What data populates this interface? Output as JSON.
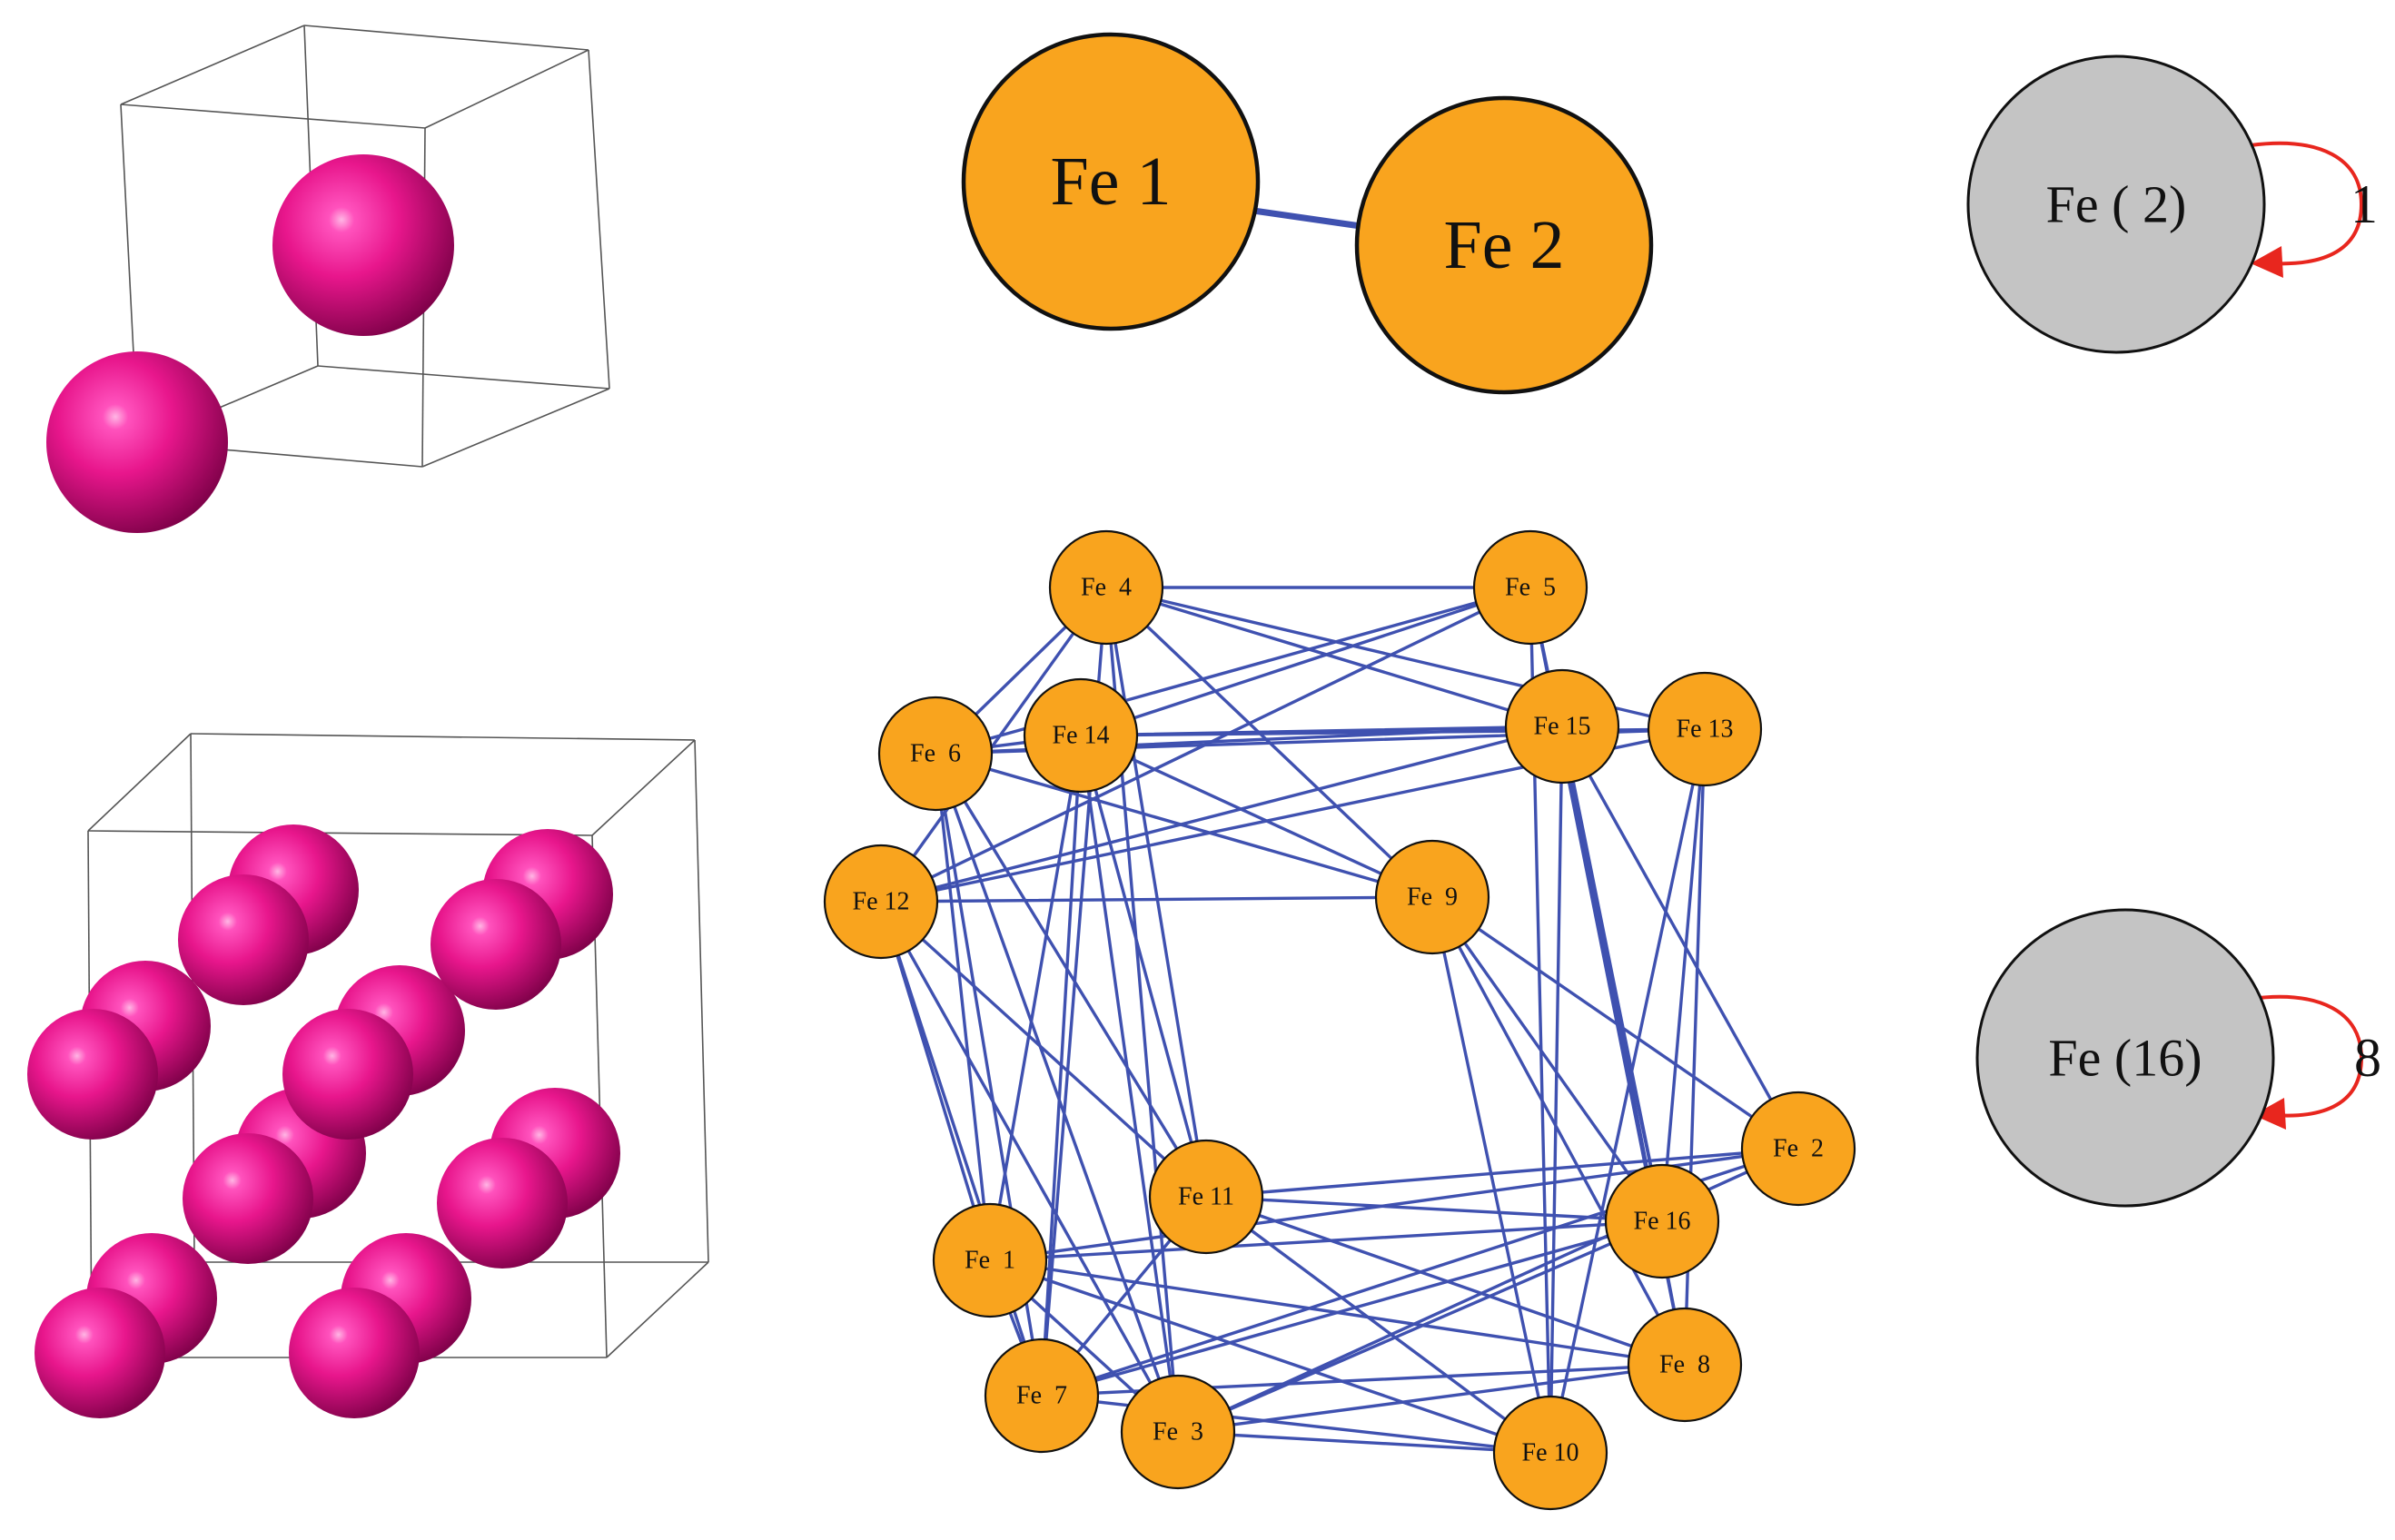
{
  "colors": {
    "atom": "#e8168c",
    "node_fill": "#f9a41e",
    "edge": "#3f51b0",
    "quotient_fill": "#c4c4c4",
    "loop": "#e8261e"
  },
  "top_graph": {
    "nodes": [
      {
        "id": "fe1",
        "label": "Fe 1"
      },
      {
        "id": "fe2",
        "label": "Fe 2"
      }
    ]
  },
  "top_quotient": {
    "node_label": "Fe ( 2)",
    "loop_label": "1"
  },
  "bottom_graph": {
    "nodes": [
      {
        "id": "n4",
        "label": "Fe  4"
      },
      {
        "id": "n5",
        "label": "Fe  5"
      },
      {
        "id": "n14",
        "label": "Fe 14"
      },
      {
        "id": "n15",
        "label": "Fe 15"
      },
      {
        "id": "n13",
        "label": "Fe 13"
      },
      {
        "id": "n6",
        "label": "Fe  6"
      },
      {
        "id": "n12",
        "label": "Fe 12"
      },
      {
        "id": "n9",
        "label": "Fe  9"
      },
      {
        "id": "n2",
        "label": "Fe  2"
      },
      {
        "id": "n11",
        "label": "Fe 11"
      },
      {
        "id": "n16",
        "label": "Fe 16"
      },
      {
        "id": "n1",
        "label": "Fe  1"
      },
      {
        "id": "n8",
        "label": "Fe  8"
      },
      {
        "id": "n7",
        "label": "Fe  7"
      },
      {
        "id": "n3",
        "label": "Fe  3"
      },
      {
        "id": "n10",
        "label": "Fe 10"
      }
    ]
  },
  "bottom_quotient": {
    "node_label": "Fe (16)",
    "loop_label": "8"
  }
}
